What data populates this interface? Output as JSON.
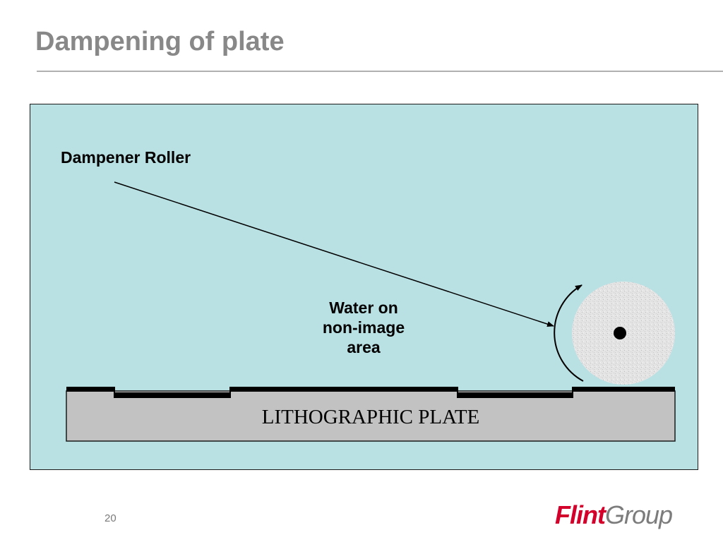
{
  "slide": {
    "title": "Dampening of plate",
    "page_number": "20"
  },
  "diagram": {
    "roller_label": "Dampener Roller",
    "water_label_lines": [
      "Water on",
      "non-image",
      "area"
    ],
    "plate_label": "LITHOGRAPHIC PLATE"
  },
  "logo": {
    "part1": "Flint",
    "part2": "Group"
  },
  "colors": {
    "title": "#888888",
    "panel_background": "#b9e0e3",
    "plate_fill": "#c2c2c2",
    "roller_fill": "#e6e6e6",
    "logo_red": "#d3002c",
    "logo_gray": "#7c7c7c"
  }
}
